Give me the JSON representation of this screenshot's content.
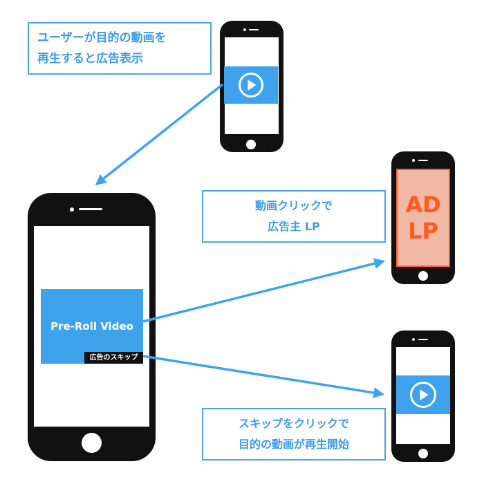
{
  "callouts": {
    "user_play": {
      "line1": "ユーザーが目的の動画を",
      "line2": "再生すると広告表示"
    },
    "video_click": {
      "line1": "動画クリックで",
      "line2": "広告主 LP"
    },
    "skip_click": {
      "line1": "スキップをクリックで",
      "line2": "目的の動画が再生開始"
    }
  },
  "main_phone": {
    "video_label": "Pre-Roll Video",
    "skip_label": "広告のスキップ"
  },
  "ad_phone": {
    "line1": "AD",
    "line2": "LP"
  },
  "colors": {
    "accent_blue": "#3ea3ec",
    "callout_text": "#3d9be6",
    "ad_orange": "#ff5a1f",
    "ad_fill": "#f1b8a6",
    "phone_body": "#111111"
  },
  "icons": [
    "play-icon"
  ]
}
